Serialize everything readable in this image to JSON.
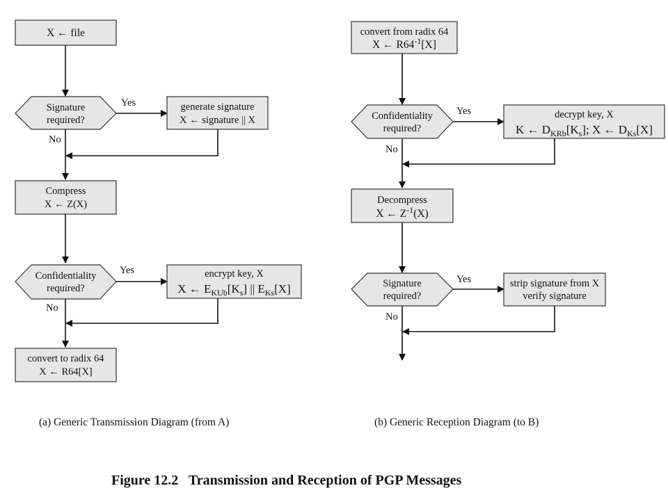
{
  "left": {
    "start": "X ← file",
    "sig_decision": [
      "Signature",
      "required?"
    ],
    "yes_sig": "Yes",
    "no_sig": "No",
    "gen_sig": [
      "generate signature",
      "X ← signature || X"
    ],
    "compress": [
      "Compress",
      "X ← Z(X)"
    ],
    "conf_decision": [
      "Confidentiality",
      "required?"
    ],
    "yes_conf": "Yes",
    "no_conf": "No",
    "encrypt": {
      "line1": "encrypt key, X",
      "line2": {
        "a": "X ← E",
        "b": "KUb",
        "c": "[K",
        "d": "s",
        "e": "] || E",
        "f": "Ks",
        "g": "[X]"
      }
    },
    "radix": [
      "convert to radix 64",
      "X ← R64[X]"
    ],
    "caption": "(a) Generic Transmission Diagram (from A)"
  },
  "right": {
    "start": {
      "line1": "convert from radix 64",
      "line2": {
        "a": "X ← R64",
        "b": "-1",
        "c": "[X]"
      }
    },
    "conf_decision": [
      "Confidentiality",
      "required?"
    ],
    "yes_conf": "Yes",
    "no_conf": "No",
    "decrypt": {
      "line1": "decrypt key, X",
      "line2": {
        "a": "K ← D",
        "b": "KRb",
        "c": "[K",
        "d": "s",
        "e": "]; X ← D",
        "f": "Ks",
        "g": "[X]"
      }
    },
    "decompress": {
      "line1": "Decompress",
      "line2": {
        "a": "X ← Z",
        "b": "-1",
        "c": "(X)"
      }
    },
    "sig_decision": [
      "Signature",
      "required?"
    ],
    "yes_sig": "Yes",
    "no_sig": "No",
    "strip": [
      "strip signature from X",
      "verify signature"
    ],
    "caption": "(b) Generic Reception Diagram (to B)"
  },
  "figure_title": "Figure 12.2   Transmission and Reception of PGP Messages"
}
